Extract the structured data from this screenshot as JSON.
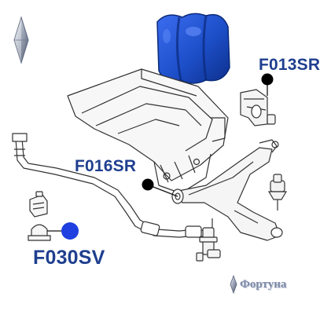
{
  "callouts": {
    "f013": "F013SR",
    "f016": "F016SR",
    "f030": "F030SV"
  },
  "brand": {
    "name": "Фортуна"
  },
  "colors": {
    "callout_text": "#1f3f8f",
    "bushing_blue": "#1d4fc9",
    "marker_blue": "#1f3fe0",
    "marker_black": "#000000",
    "line_art": "#333333"
  },
  "icons": {
    "top_logo": "diamond-logo-icon",
    "brand_logo": "small-diamond-icon"
  }
}
